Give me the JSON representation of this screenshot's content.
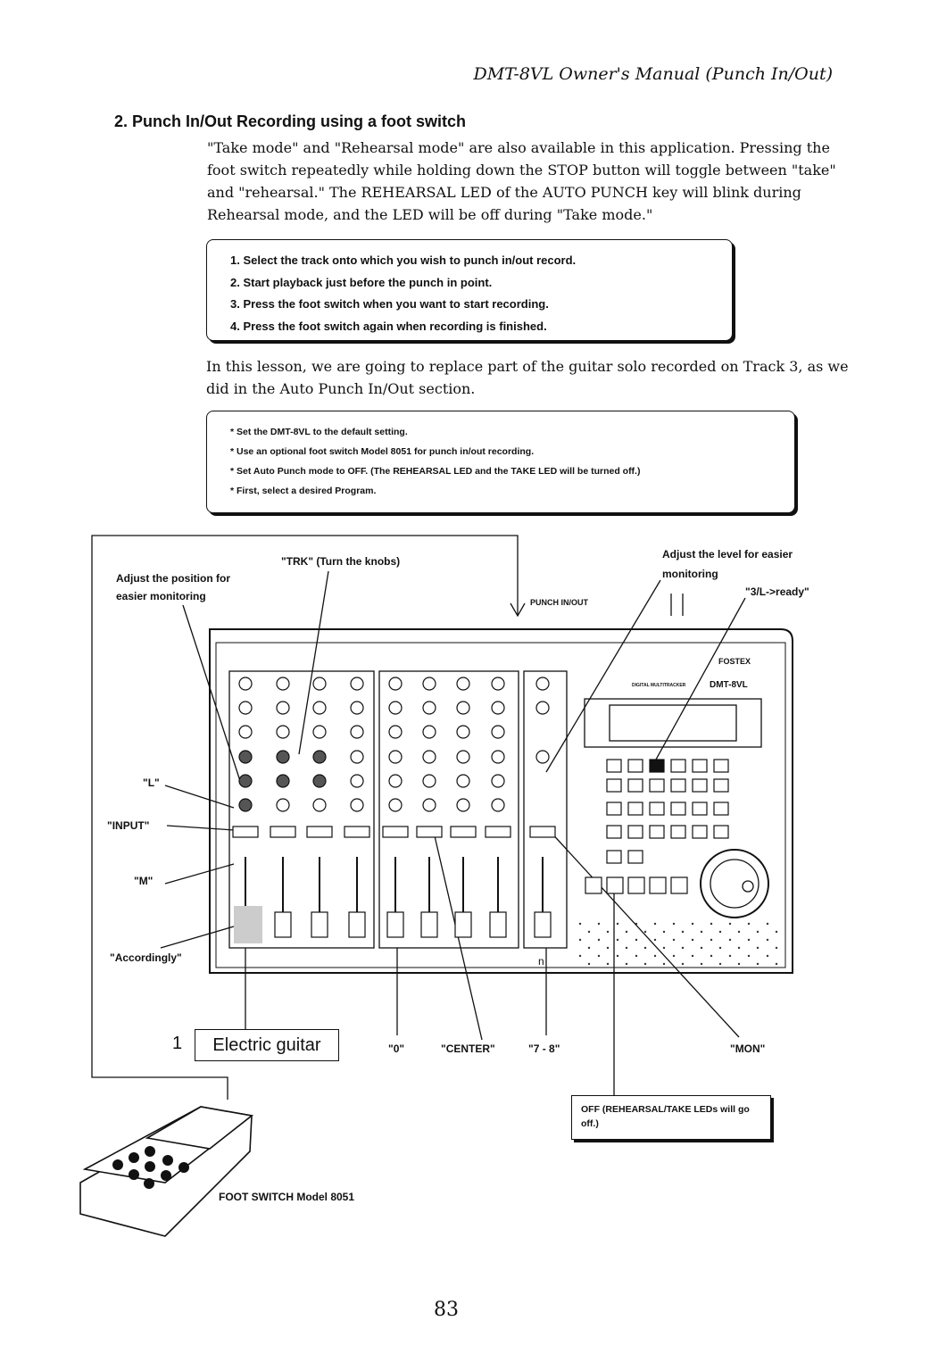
{
  "header": {
    "manual_title": "DMT-8VL Owner's Manual (Punch In/Out)"
  },
  "section": {
    "title": "2. Punch In/Out Recording using a foot switch",
    "intro": "\"Take mode\" and \"Rehearsal mode\" are also available in this application. Pressing the foot switch repeatedly while holding down the STOP button will toggle between \"take\" and \"rehearsal.\" The REHEARSAL LED of the AUTO PUNCH key will blink during Rehearsal mode, and the LED will be off during \"Take mode.\""
  },
  "steps": [
    "1. Select the track onto which you wish to punch in/out record.",
    "2. Start playback just before the punch in point.",
    "3. Press the foot switch when you want to start recording.",
    "4. Press the foot switch again when recording is finished."
  ],
  "lesson_text": "In this lesson, we are going to replace part of the guitar solo recorded on Track 3, as we did in the Auto Punch In/Out section.",
  "preparation": [
    "* Set the DMT-8VL to the default setting.",
    "* Use an optional foot switch Model 8051 for punch in/out recording.",
    "* Set Auto Punch mode to OFF. (The REHEARSAL LED and the TAKE LED will be turned off.)",
    "* First, select a desired Program."
  ],
  "diagram": {
    "labels": {
      "adjust_position": "Adjust the position for\neasier monitoring",
      "trk": "\"TRK\" (Turn the knobs)",
      "adjust_level": "Adjust the level for easier\nmonitoring",
      "ready": "\"3/L->ready\"",
      "punch_inout": "PUNCH IN/OUT",
      "l": "\"L\"",
      "input": "\"INPUT\"",
      "m": "\"M\"",
      "accordingly": "\"Accordingly\"",
      "zero": "\"0\"",
      "center": "\"CENTER\"",
      "seven_eight": "\"7 - 8\"",
      "mon": "\"MON\"",
      "foot_switch": "FOOT SWITCH Model 8051",
      "brand": "FOSTEX",
      "model": "DMT-8VL",
      "device_subtitle": "DIGITAL MULTITRACKER",
      "n_mark": "n"
    },
    "track_number": "1",
    "track_name": "Electric guitar",
    "mon_note": "OFF (REHEARSAL/TAKE LEDs will go off.)"
  },
  "page": {
    "number": "83"
  }
}
